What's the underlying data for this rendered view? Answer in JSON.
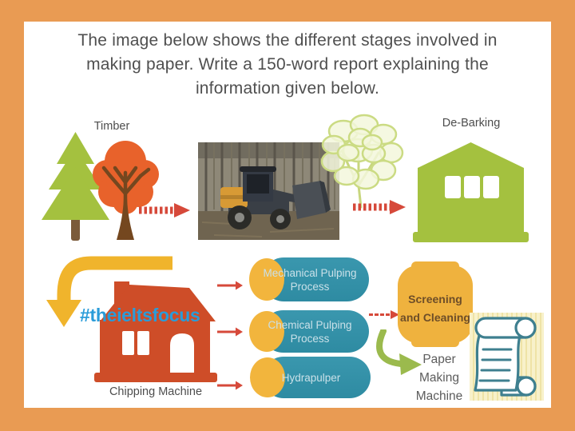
{
  "prompt": {
    "lines": [
      "The image below shows the different stages involved in",
      "making paper. Write a 150-word report explaining the",
      "information given below."
    ]
  },
  "diagram": {
    "timber": {
      "label": "Timber"
    },
    "debarking": {
      "label": "De-Barking"
    },
    "chipping": {
      "label": "Chipping Machine"
    },
    "pulping": {
      "mechanical": {
        "line1": "Mechanical Pulping",
        "line2": "Process"
      },
      "chemical": {
        "line1": "Chemical Pulping",
        "line2": "Process"
      },
      "hydrapulper": {
        "line1": "Hydrapulper"
      }
    },
    "screening": {
      "line1": "Screening",
      "line2": "and Cleaning"
    },
    "paper_making": {
      "line1": "Paper",
      "line2": "Making",
      "line3": "Machine"
    }
  },
  "watermark": {
    "text": "#theieltsfocus"
  },
  "colors": {
    "frame": "#E99B53",
    "title-text": "#4F4F4F",
    "label-text": "#4D4D4D",
    "green": "#A4C13F",
    "tree-orange": "#E8622B",
    "trunk": "#74471F",
    "pine-trunk": "#7B5B3A",
    "arrow-red": "#D6493A",
    "arrow-yellow": "#F0B42C",
    "house": "#CE4D28",
    "watermark": "#2A9CD9",
    "teal": "#2E8BA2",
    "teal-light": "#3A97AE",
    "cyl-cap": "#F2B53D",
    "cyl-text": "#C9E0E8",
    "blob": "#EFB23E",
    "blob-text": "#6E4E28",
    "arrow-green": "#9BBA4D",
    "scroll-stroke": "#3E7F8F",
    "scroll-bg1": "#F8F1CA",
    "scroll-bg2": "#EFE3A6"
  }
}
